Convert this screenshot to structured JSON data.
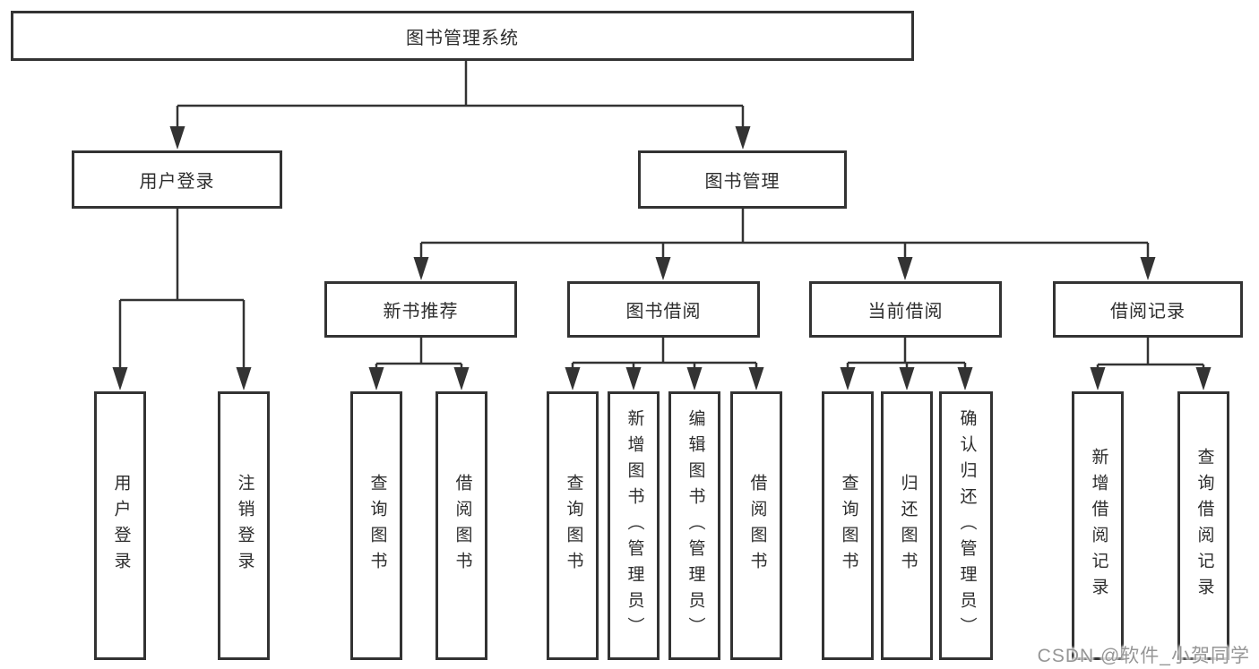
{
  "tree": {
    "label": "图书管理系统",
    "children": [
      {
        "label": "用户登录",
        "children": [
          {
            "label": "用户登录"
          },
          {
            "label": "注销登录"
          }
        ]
      },
      {
        "label": "图书管理",
        "children": [
          {
            "label": "新书推荐",
            "children": [
              {
                "label": "查询图书"
              },
              {
                "label": "借阅图书"
              }
            ]
          },
          {
            "label": "图书借阅",
            "children": [
              {
                "label": "查询图书"
              },
              {
                "label": "新增图书（管理员）"
              },
              {
                "label": "编辑图书（管理员）"
              },
              {
                "label": "借阅图书"
              }
            ]
          },
          {
            "label": "当前借阅",
            "children": [
              {
                "label": "查询图书"
              },
              {
                "label": "归还图书"
              },
              {
                "label": "确认归还（管理员）"
              }
            ]
          },
          {
            "label": "借阅记录",
            "children": [
              {
                "label": "新增借阅记录"
              },
              {
                "label": "查询借阅记录"
              }
            ]
          }
        ]
      }
    ]
  },
  "watermark": {
    "text": "CSDN @软件_小贺同学"
  },
  "colors": {
    "line": "#333333",
    "node_border": "#333333",
    "node_text": "#2d2d2d",
    "watermark": "#969696",
    "background": "#ffffff"
  }
}
